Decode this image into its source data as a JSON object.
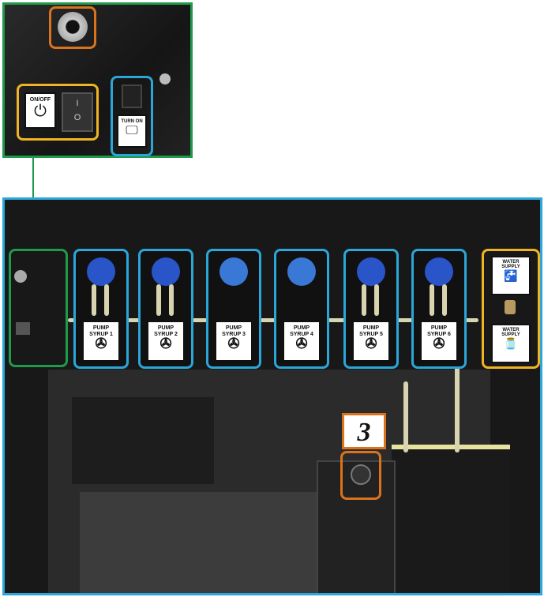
{
  "inset": {
    "on_off_label": "ON/OFF",
    "turn_on_label": "TURN ON",
    "switch_marks": [
      "I",
      "O"
    ]
  },
  "pumps": [
    {
      "label": "PUMP SYRUP 1",
      "obscured": false
    },
    {
      "label": "PUMP SYRUP 2",
      "obscured": false
    },
    {
      "label": "PUMP SYRUP 3",
      "obscured": true
    },
    {
      "label": "PUMP SYRUP 4",
      "obscured": true
    },
    {
      "label": "PUMP SYRUP 5",
      "obscured": false
    },
    {
      "label": "PUMP SYRUP 6",
      "obscured": false
    }
  ],
  "water": {
    "top_label": "WATER SUPPLY",
    "bottom_label": "WATER SUPPLY"
  },
  "callout_number": "3",
  "colors": {
    "green": "#1f9a4a",
    "blue": "#2aa6d9",
    "orange": "#d9731e",
    "yellow": "#f0b323"
  }
}
